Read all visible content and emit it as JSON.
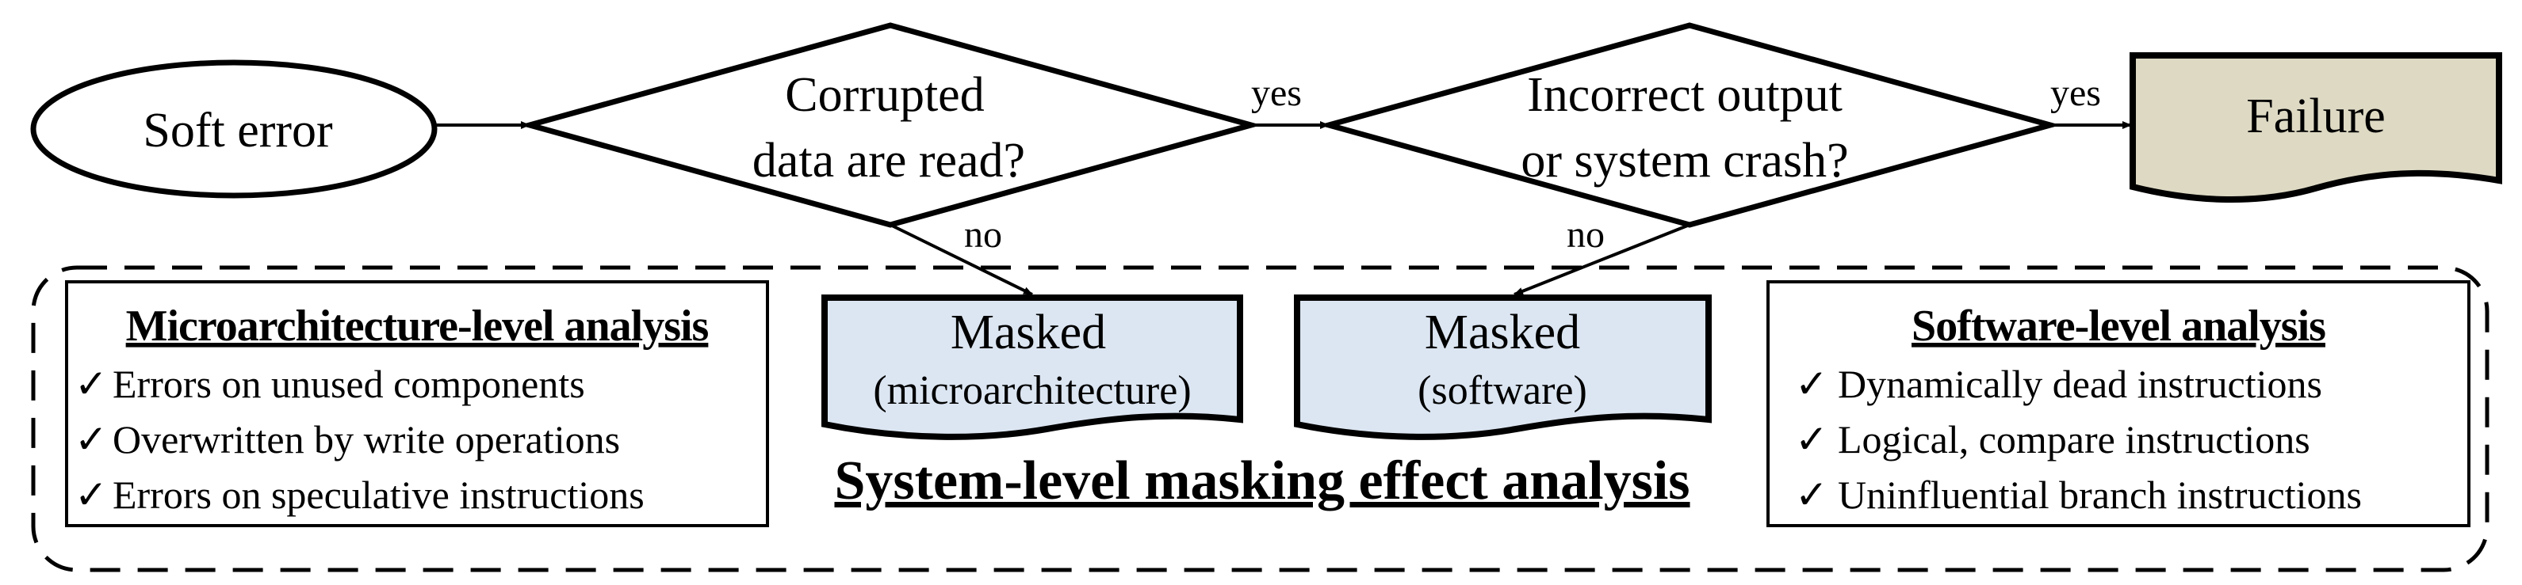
{
  "flow": {
    "start": "Soft error",
    "decision1": {
      "line1": "Corrupted",
      "line2": "data are read?"
    },
    "decision2": {
      "line1": "Incorrect output",
      "line2": "or system crash?"
    },
    "yes1": "yes",
    "yes2": "yes",
    "no1": "no",
    "no2": "no",
    "failure": "Failure"
  },
  "masked_micro": {
    "title": "Masked",
    "subtitle": "(microarchitecture)"
  },
  "masked_soft": {
    "title": "Masked",
    "subtitle": "(software)"
  },
  "micro_analysis": {
    "title": "Microarchitecture-level analysis",
    "items": [
      "Errors on unused components",
      "Overwritten by write operations",
      "Errors on speculative instructions"
    ]
  },
  "software_analysis": {
    "title": "Software-level analysis",
    "items": [
      "Dynamically dead instructions",
      "Logical, compare instructions",
      "Uninfluential branch instructions"
    ]
  },
  "check_mark": "✓",
  "system_label": "System-level masking effect analysis",
  "colors": {
    "failure_fill": "#ddd9c3",
    "masked_fill": "#dce6f2",
    "stroke": "#000000"
  }
}
